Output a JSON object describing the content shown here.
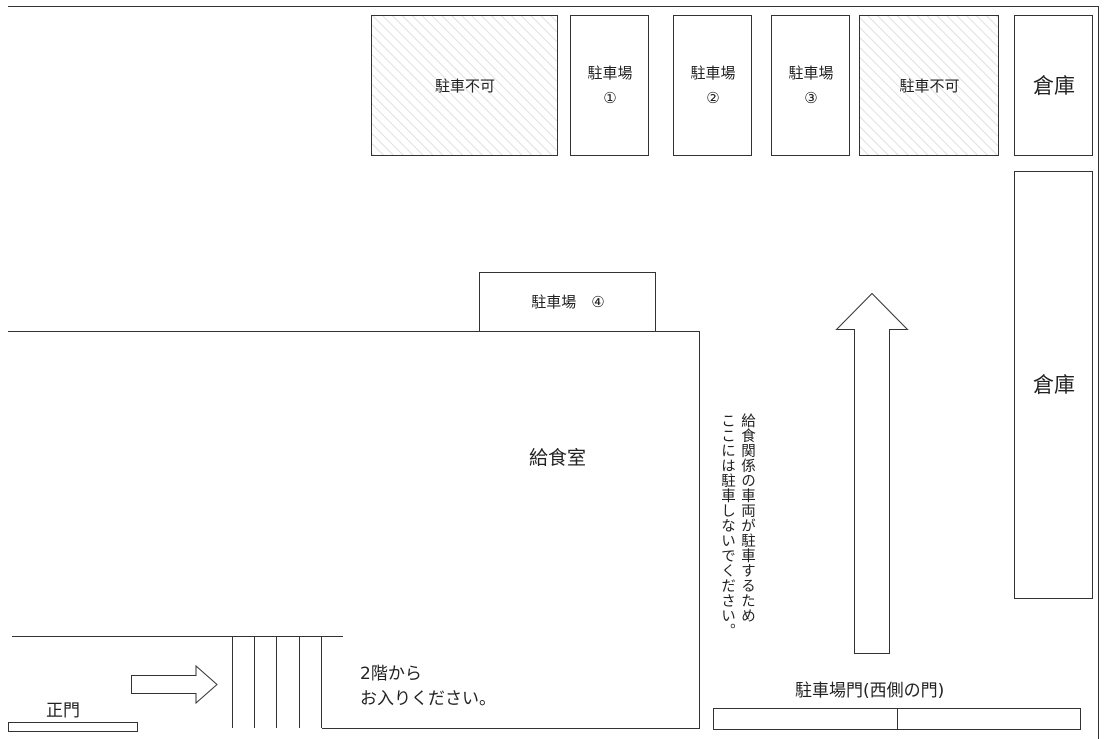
{
  "parking": {
    "no_parking_1": "駐車不可",
    "no_parking_2": "駐車不可",
    "lot_label": "駐車場",
    "lot_1_number": "①",
    "lot_2_number": "②",
    "lot_3_number": "③",
    "lot_4_label": "駐車場　④"
  },
  "buildings": {
    "warehouse_1": "倉庫",
    "warehouse_2": "倉庫",
    "kitchen": "給食室"
  },
  "notes": {
    "vertical_line_1": "給食関係の車両が駐車するため",
    "vertical_line_2": "ここには駐車しないでください。",
    "entrance_line_1": "2階から",
    "entrance_line_2": "お入りください。"
  },
  "gates": {
    "main_gate": "正門",
    "parking_gate": "駐車場門(西側の門)"
  },
  "colors": {
    "line": "#333333",
    "hatch": "#d6d6d6",
    "text": "#222222"
  }
}
